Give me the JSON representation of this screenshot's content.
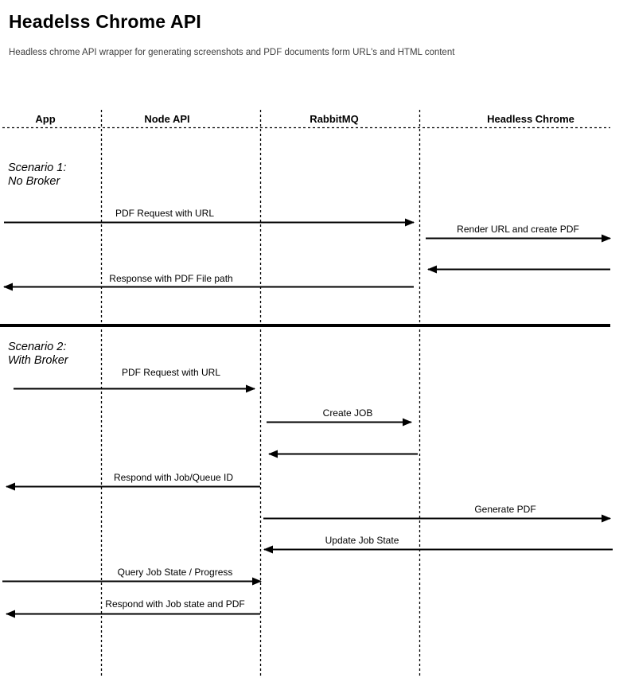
{
  "page": {
    "title": "Headelss Chrome API",
    "subtitle": "Headless chrome API wrapper for generating screenshots and PDF documents form URL's and HTML content"
  },
  "lanes": [
    {
      "label": "App"
    },
    {
      "label": "Node API"
    },
    {
      "label": "RabbitMQ"
    },
    {
      "label": "Headless Chrome"
    }
  ],
  "scenarios": [
    {
      "line1": "Scenario 1:",
      "line2": "No Broker"
    },
    {
      "line1": "Scenario 2:",
      "line2": "With Broker"
    }
  ],
  "messages": [
    {
      "label": "PDF Request with URL",
      "scenario": 1,
      "from": "App",
      "to": "RabbitMQ",
      "direction": "right"
    },
    {
      "label": "Render URL and create PDF",
      "scenario": 1,
      "from": "Headless Chrome",
      "to": "Headless Chrome",
      "direction": "right"
    },
    {
      "label": "",
      "scenario": 1,
      "from": "Headless Chrome",
      "to": "RabbitMQ",
      "direction": "left"
    },
    {
      "label": "Response with PDF File path",
      "scenario": 1,
      "from": "RabbitMQ",
      "to": "App",
      "direction": "left"
    },
    {
      "label": "PDF Request with URL",
      "scenario": 2,
      "from": "App",
      "to": "Node API",
      "direction": "right"
    },
    {
      "label": "Create JOB",
      "scenario": 2,
      "from": "Node API",
      "to": "RabbitMQ",
      "direction": "right"
    },
    {
      "label": "",
      "scenario": 2,
      "from": "RabbitMQ",
      "to": "Node API",
      "direction": "left"
    },
    {
      "label": "Respond with Job/Queue ID",
      "scenario": 2,
      "from": "Node API",
      "to": "App",
      "direction": "left"
    },
    {
      "label": "Generate PDF",
      "scenario": 2,
      "from": "Node API",
      "to": "Headless Chrome",
      "direction": "right"
    },
    {
      "label": "Update Job State",
      "scenario": 2,
      "from": "Headless Chrome",
      "to": "Node API",
      "direction": "left"
    },
    {
      "label": "Query Job State / Progress",
      "scenario": 2,
      "from": "App",
      "to": "Node API",
      "direction": "right"
    },
    {
      "label": "Respond with Job state and PDF",
      "scenario": 2,
      "from": "Node API",
      "to": "App",
      "direction": "left"
    }
  ],
  "colors": {
    "ink": "#000000",
    "subtitle_text": "#404040",
    "background": "#ffffff"
  }
}
